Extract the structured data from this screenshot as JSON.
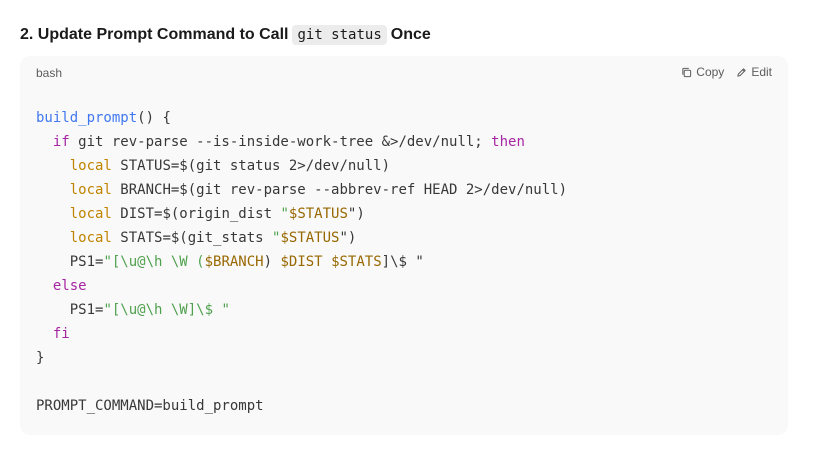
{
  "heading": {
    "prefix": "2. Update Prompt Command to Call",
    "code": "git status",
    "suffix": "Once"
  },
  "code_block": {
    "language": "bash",
    "copy_label": "Copy",
    "edit_label": "Edit",
    "icons": {
      "copy": "copy-icon",
      "edit": "pencil-icon"
    },
    "colors": {
      "keyword": "#a626a4",
      "function": "#4078f2",
      "builtin": "#c18401",
      "string": "#50a14f",
      "variable": "#986801",
      "text": "#383838",
      "background": "#f9f9f9"
    },
    "lines": [
      {
        "indent": "",
        "tokens": [
          {
            "t": "fn",
            "v": "build_prompt"
          },
          {
            "t": "p",
            "v": "() {"
          }
        ]
      },
      {
        "indent": "  ",
        "tokens": [
          {
            "t": "kw",
            "v": "if"
          },
          {
            "t": "p",
            "v": " git rev-parse --is-inside-work-tree &>/dev/null; "
          },
          {
            "t": "kw",
            "v": "then"
          }
        ]
      },
      {
        "indent": "    ",
        "tokens": [
          {
            "t": "bi",
            "v": "local"
          },
          {
            "t": "p",
            "v": " STATUS=$(git status 2>/dev/null)"
          }
        ]
      },
      {
        "indent": "    ",
        "tokens": [
          {
            "t": "bi",
            "v": "local"
          },
          {
            "t": "p",
            "v": " BRANCH=$(git rev-parse --abbrev-ref HEAD 2>/dev/null)"
          }
        ]
      },
      {
        "indent": "    ",
        "tokens": [
          {
            "t": "bi",
            "v": "local"
          },
          {
            "t": "p",
            "v": " DIST=$(origin_dist "
          },
          {
            "t": "str",
            "v": "\""
          },
          {
            "t": "var",
            "v": "$STATUS"
          },
          {
            "t": "p",
            "v": "\")"
          }
        ]
      },
      {
        "indent": "    ",
        "tokens": [
          {
            "t": "bi",
            "v": "local"
          },
          {
            "t": "p",
            "v": " STATS=$(git_stats "
          },
          {
            "t": "str",
            "v": "\""
          },
          {
            "t": "var",
            "v": "$STATUS"
          },
          {
            "t": "p",
            "v": "\")"
          }
        ]
      },
      {
        "indent": "    ",
        "tokens": [
          {
            "t": "p",
            "v": "PS1="
          },
          {
            "t": "str",
            "v": "\"[\\u@\\h \\W ("
          },
          {
            "t": "var",
            "v": "$BRANCH"
          },
          {
            "t": "p",
            "v": ") "
          },
          {
            "t": "var",
            "v": "$DIST"
          },
          {
            "t": "p",
            "v": " "
          },
          {
            "t": "var",
            "v": "$STATS"
          },
          {
            "t": "p",
            "v": "]\\$ \""
          }
        ]
      },
      {
        "indent": "  ",
        "tokens": [
          {
            "t": "kw",
            "v": "else"
          }
        ]
      },
      {
        "indent": "    ",
        "tokens": [
          {
            "t": "p",
            "v": "PS1="
          },
          {
            "t": "str",
            "v": "\"[\\u@\\h \\W]\\$ \""
          }
        ]
      },
      {
        "indent": "  ",
        "tokens": [
          {
            "t": "kw",
            "v": "fi"
          }
        ]
      },
      {
        "indent": "",
        "tokens": [
          {
            "t": "p",
            "v": "}"
          }
        ]
      },
      {
        "indent": "",
        "tokens": [
          {
            "t": "p",
            "v": ""
          }
        ]
      },
      {
        "indent": "",
        "tokens": [
          {
            "t": "p",
            "v": "PROMPT_COMMAND=build_prompt"
          }
        ]
      }
    ]
  }
}
